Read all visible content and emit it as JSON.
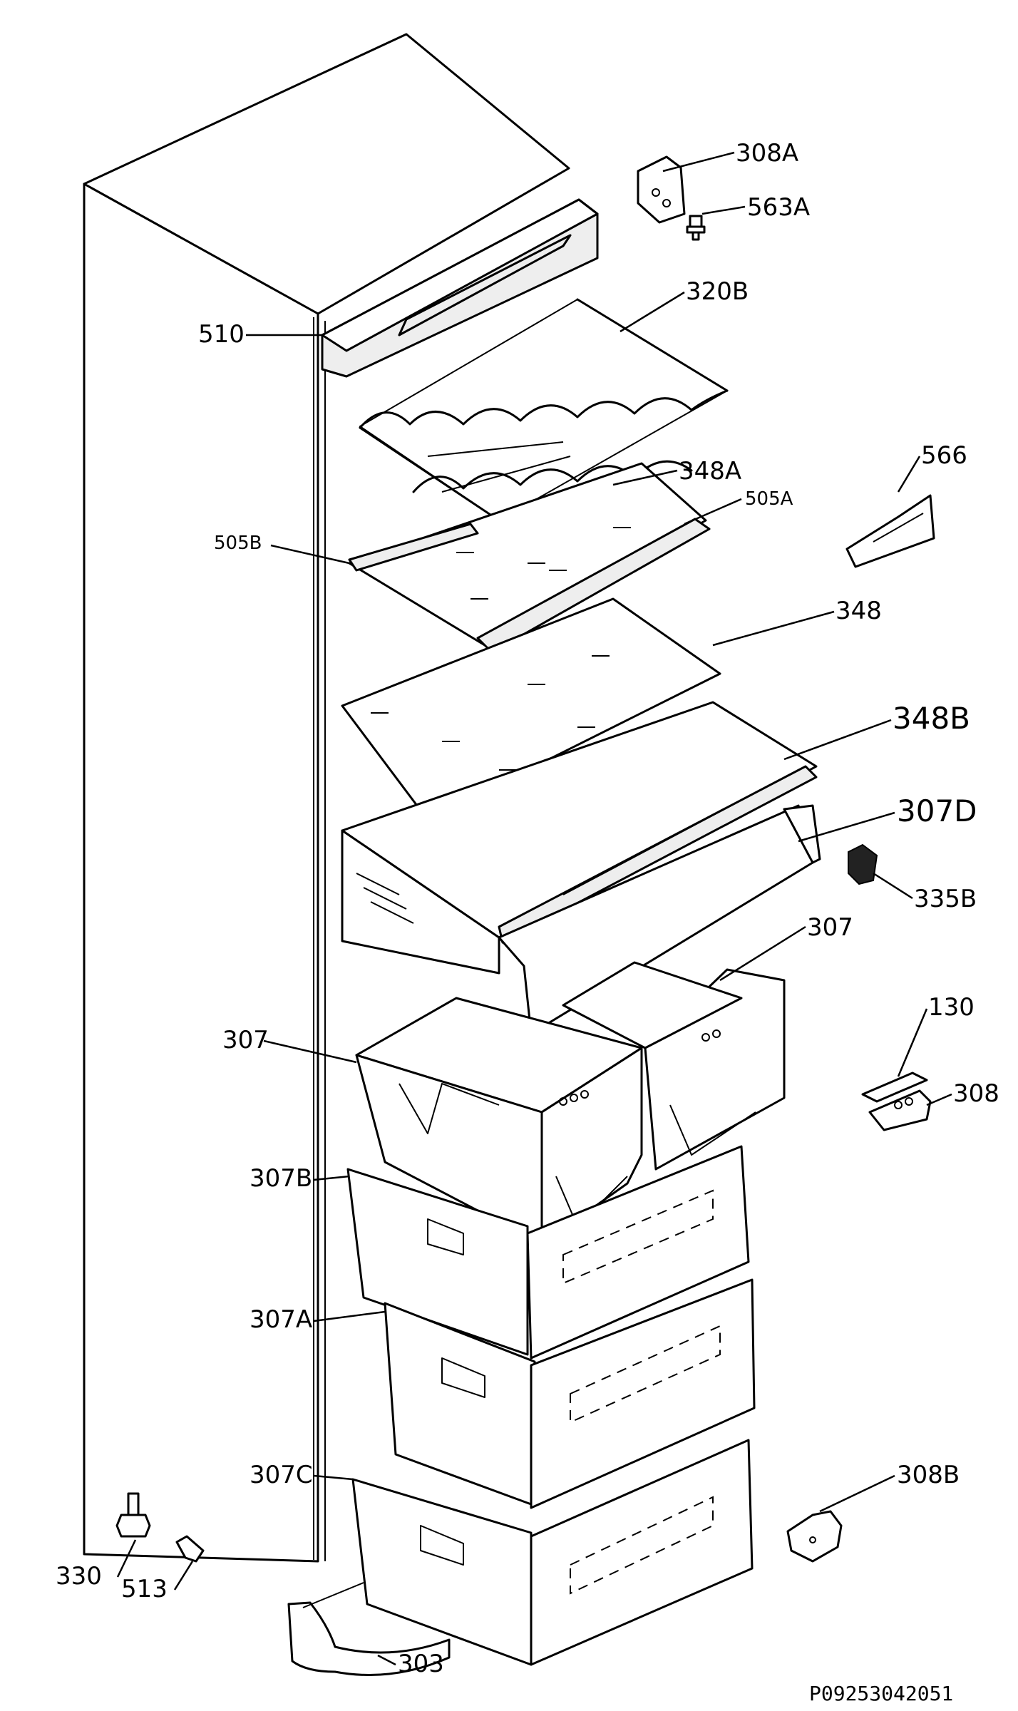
{
  "labels": {
    "l308A": "308A",
    "l563A": "563A",
    "l320B": "320B",
    "l510": "510",
    "l566": "566",
    "l348A": "348A",
    "l505A": "505A",
    "l505B": "505B",
    "l348": "348",
    "l348B": "348B",
    "l307D": "307D",
    "l335B": "335B",
    "l307_top": "307",
    "l130": "130",
    "l307_left": "307",
    "l308": "308",
    "l307B": "307B",
    "l307A": "307A",
    "l307C": "307C",
    "l308B": "308B",
    "l330": "330",
    "l513": "513",
    "l303": "303"
  },
  "drawing_code": "P09253042051"
}
